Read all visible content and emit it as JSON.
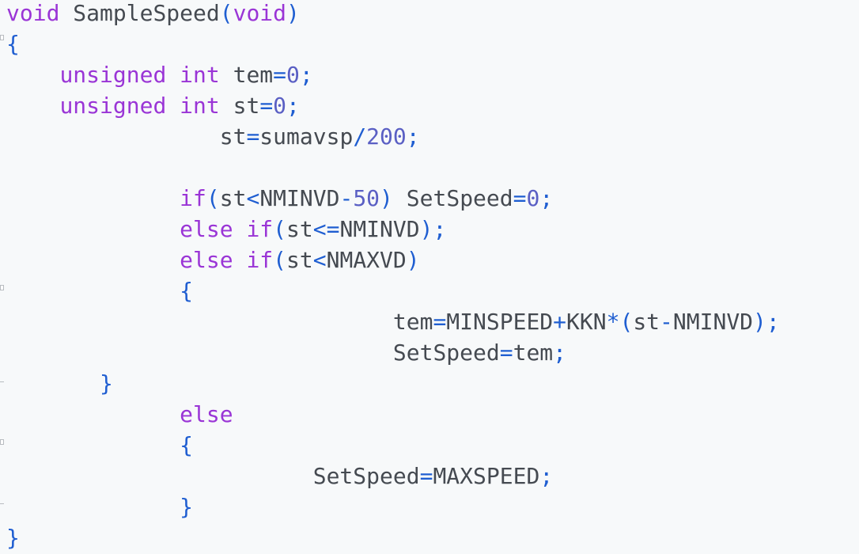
{
  "editor": {
    "language": "C",
    "colors": {
      "background": "#f7f9fa",
      "keyword": "#9a35d6",
      "identifier": "#454a51",
      "operator": "#1f5ed1",
      "number": "#5a5fc4",
      "brace": "#1f5ed1",
      "fold_marker": "#b8bcc0"
    },
    "lines": [
      {
        "tokens": [
          {
            "t": "void",
            "c": "ty"
          },
          {
            "t": " ",
            "c": "id"
          },
          {
            "t": "SampleSpeed",
            "c": "id"
          },
          {
            "t": "(",
            "c": "br"
          },
          {
            "t": "void",
            "c": "ty"
          },
          {
            "t": ")",
            "c": "br"
          }
        ]
      },
      {
        "tokens": [
          {
            "t": "{",
            "c": "br"
          }
        ]
      },
      {
        "tokens": [
          {
            "t": "    ",
            "c": "id"
          },
          {
            "t": "unsigned",
            "c": "kw"
          },
          {
            "t": " ",
            "c": "id"
          },
          {
            "t": "int",
            "c": "kw"
          },
          {
            "t": " tem",
            "c": "id"
          },
          {
            "t": "=",
            "c": "op"
          },
          {
            "t": "0",
            "c": "num"
          },
          {
            "t": ";",
            "c": "op"
          }
        ]
      },
      {
        "tokens": [
          {
            "t": "    ",
            "c": "id"
          },
          {
            "t": "unsigned",
            "c": "kw"
          },
          {
            "t": " ",
            "c": "id"
          },
          {
            "t": "int",
            "c": "kw"
          },
          {
            "t": " st",
            "c": "id"
          },
          {
            "t": "=",
            "c": "op"
          },
          {
            "t": "0",
            "c": "num"
          },
          {
            "t": ";",
            "c": "op"
          }
        ]
      },
      {
        "tokens": [
          {
            "t": "                st",
            "c": "id"
          },
          {
            "t": "=",
            "c": "op"
          },
          {
            "t": "sumavsp",
            "c": "id"
          },
          {
            "t": "/",
            "c": "op"
          },
          {
            "t": "200",
            "c": "num"
          },
          {
            "t": ";",
            "c": "op"
          }
        ]
      },
      {
        "tokens": [
          {
            "t": "",
            "c": "id"
          }
        ]
      },
      {
        "tokens": [
          {
            "t": "             ",
            "c": "id"
          },
          {
            "t": "if",
            "c": "kw"
          },
          {
            "t": "(",
            "c": "br"
          },
          {
            "t": "st",
            "c": "id"
          },
          {
            "t": "<",
            "c": "op"
          },
          {
            "t": "NMINVD",
            "c": "id"
          },
          {
            "t": "-",
            "c": "op"
          },
          {
            "t": "50",
            "c": "num"
          },
          {
            "t": ")",
            "c": "br"
          },
          {
            "t": " SetSpeed",
            "c": "id"
          },
          {
            "t": "=",
            "c": "op"
          },
          {
            "t": "0",
            "c": "num"
          },
          {
            "t": ";",
            "c": "op"
          }
        ]
      },
      {
        "tokens": [
          {
            "t": "             ",
            "c": "id"
          },
          {
            "t": "else",
            "c": "kw"
          },
          {
            "t": " ",
            "c": "id"
          },
          {
            "t": "if",
            "c": "kw"
          },
          {
            "t": "(",
            "c": "br"
          },
          {
            "t": "st",
            "c": "id"
          },
          {
            "t": "<=",
            "c": "op"
          },
          {
            "t": "NMINVD",
            "c": "id"
          },
          {
            "t": ")",
            "c": "br"
          },
          {
            "t": ";",
            "c": "op"
          }
        ]
      },
      {
        "tokens": [
          {
            "t": "             ",
            "c": "id"
          },
          {
            "t": "else",
            "c": "kw"
          },
          {
            "t": " ",
            "c": "id"
          },
          {
            "t": "if",
            "c": "kw"
          },
          {
            "t": "(",
            "c": "br"
          },
          {
            "t": "st",
            "c": "id"
          },
          {
            "t": "<",
            "c": "op"
          },
          {
            "t": "NMAXVD",
            "c": "id"
          },
          {
            "t": ")",
            "c": "br"
          }
        ]
      },
      {
        "tokens": [
          {
            "t": "             ",
            "c": "id"
          },
          {
            "t": "{",
            "c": "br"
          }
        ]
      },
      {
        "tokens": [
          {
            "t": "                             tem",
            "c": "id"
          },
          {
            "t": "=",
            "c": "op"
          },
          {
            "t": "MINSPEED",
            "c": "id"
          },
          {
            "t": "+",
            "c": "op"
          },
          {
            "t": "KKN",
            "c": "id"
          },
          {
            "t": "*",
            "c": "op"
          },
          {
            "t": "(",
            "c": "br"
          },
          {
            "t": "st",
            "c": "id"
          },
          {
            "t": "-",
            "c": "op"
          },
          {
            "t": "NMINVD",
            "c": "id"
          },
          {
            "t": ")",
            "c": "br"
          },
          {
            "t": ";",
            "c": "op"
          }
        ]
      },
      {
        "tokens": [
          {
            "t": "                             SetSpeed",
            "c": "id"
          },
          {
            "t": "=",
            "c": "op"
          },
          {
            "t": "tem",
            "c": "id"
          },
          {
            "t": ";",
            "c": "op"
          }
        ]
      },
      {
        "tokens": [
          {
            "t": "       ",
            "c": "id"
          },
          {
            "t": "}",
            "c": "br"
          }
        ]
      },
      {
        "tokens": [
          {
            "t": "             ",
            "c": "id"
          },
          {
            "t": "else",
            "c": "kw"
          }
        ]
      },
      {
        "tokens": [
          {
            "t": "             ",
            "c": "id"
          },
          {
            "t": "{",
            "c": "br"
          }
        ]
      },
      {
        "tokens": [
          {
            "t": "                       SetSpeed",
            "c": "id"
          },
          {
            "t": "=",
            "c": "op"
          },
          {
            "t": "MAXSPEED",
            "c": "id"
          },
          {
            "t": ";",
            "c": "op"
          }
        ]
      },
      {
        "tokens": [
          {
            "t": "             ",
            "c": "id"
          },
          {
            "t": "}",
            "c": "br"
          }
        ]
      },
      {
        "tokens": [
          {
            "t": "}",
            "c": "br"
          }
        ]
      }
    ]
  }
}
